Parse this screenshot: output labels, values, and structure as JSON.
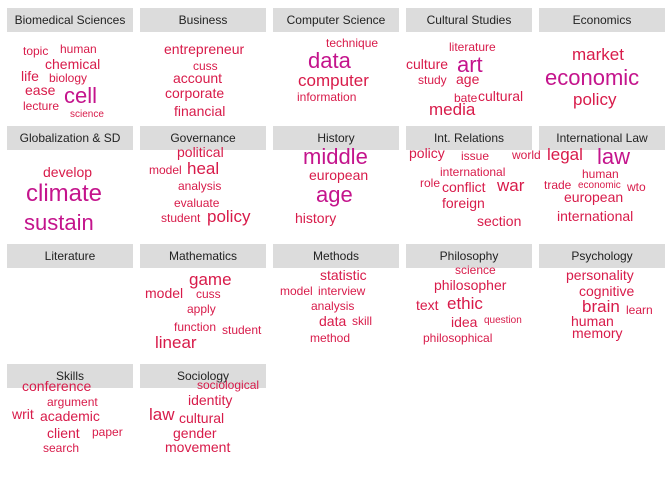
{
  "colors": {
    "header_bg": "#dcdcdc",
    "header_text": "#222222",
    "word_red": "#d81b4a",
    "word_magenta": "#c4148c"
  },
  "panels": [
    {
      "title": "Biomedical Sciences",
      "words": [
        {
          "text": "topic",
          "w": 2
        },
        {
          "text": "human",
          "w": 2
        },
        {
          "text": "chemical",
          "w": 3
        },
        {
          "text": "life",
          "w": 3
        },
        {
          "text": "biology",
          "w": 2
        },
        {
          "text": "ease",
          "w": 3
        },
        {
          "text": "cell",
          "w": 5
        },
        {
          "text": "lecture",
          "w": 2
        },
        {
          "text": "science",
          "w": 1
        }
      ]
    },
    {
      "title": "Business",
      "words": [
        {
          "text": "entrepreneur",
          "w": 3
        },
        {
          "text": "cuss",
          "w": 2
        },
        {
          "text": "account",
          "w": 3
        },
        {
          "text": "corporate",
          "w": 3
        },
        {
          "text": "financial",
          "w": 3
        }
      ]
    },
    {
      "title": "Computer Science",
      "words": [
        {
          "text": "technique",
          "w": 2
        },
        {
          "text": "data",
          "w": 5
        },
        {
          "text": "computer",
          "w": 4
        },
        {
          "text": "information",
          "w": 2
        }
      ]
    },
    {
      "title": "Cultural Studies",
      "words": [
        {
          "text": "literature",
          "w": 2
        },
        {
          "text": "culture",
          "w": 3
        },
        {
          "text": "art",
          "w": 5
        },
        {
          "text": "study",
          "w": 2
        },
        {
          "text": "age",
          "w": 3
        },
        {
          "text": "bate",
          "w": 2
        },
        {
          "text": "cultural",
          "w": 3
        },
        {
          "text": "media",
          "w": 4
        }
      ]
    },
    {
      "title": "Economics",
      "words": [
        {
          "text": "market",
          "w": 4
        },
        {
          "text": "economic",
          "w": 5
        },
        {
          "text": "policy",
          "w": 4
        }
      ]
    },
    {
      "title": "Globalization & SD",
      "words": [
        {
          "text": "develop",
          "w": 3
        },
        {
          "text": "climate",
          "w": 6
        },
        {
          "text": "sustain",
          "w": 5
        }
      ]
    },
    {
      "title": "Governance",
      "words": [
        {
          "text": "political",
          "w": 3
        },
        {
          "text": "model",
          "w": 2
        },
        {
          "text": "heal",
          "w": 4
        },
        {
          "text": "analysis",
          "w": 2
        },
        {
          "text": "evaluate",
          "w": 2
        },
        {
          "text": "student",
          "w": 2
        },
        {
          "text": "policy",
          "w": 4
        }
      ]
    },
    {
      "title": "History",
      "words": [
        {
          "text": "middle",
          "w": 5
        },
        {
          "text": "european",
          "w": 3
        },
        {
          "text": "age",
          "w": 5
        },
        {
          "text": "history",
          "w": 3
        }
      ]
    },
    {
      "title": "Int. Relations",
      "words": [
        {
          "text": "policy",
          "w": 3
        },
        {
          "text": "issue",
          "w": 2
        },
        {
          "text": "world",
          "w": 2
        },
        {
          "text": "international",
          "w": 2
        },
        {
          "text": "role",
          "w": 2
        },
        {
          "text": "conflict",
          "w": 3
        },
        {
          "text": "war",
          "w": 4
        },
        {
          "text": "foreign",
          "w": 3
        },
        {
          "text": "section",
          "w": 3
        }
      ]
    },
    {
      "title": "International Law",
      "words": [
        {
          "text": "legal",
          "w": 4
        },
        {
          "text": "law",
          "w": 5
        },
        {
          "text": "human",
          "w": 2
        },
        {
          "text": "trade",
          "w": 2
        },
        {
          "text": "economic",
          "w": 1
        },
        {
          "text": "wto",
          "w": 2
        },
        {
          "text": "european",
          "w": 3
        },
        {
          "text": "international",
          "w": 3
        }
      ]
    },
    {
      "title": "Literature",
      "words": []
    },
    {
      "title": "Mathematics",
      "words": [
        {
          "text": "game",
          "w": 4
        },
        {
          "text": "model",
          "w": 3
        },
        {
          "text": "cuss",
          "w": 2
        },
        {
          "text": "apply",
          "w": 2
        },
        {
          "text": "function",
          "w": 2
        },
        {
          "text": "student",
          "w": 2
        },
        {
          "text": "linear",
          "w": 4
        }
      ]
    },
    {
      "title": "Methods",
      "words": [
        {
          "text": "statistic",
          "w": 3
        },
        {
          "text": "model",
          "w": 2
        },
        {
          "text": "interview",
          "w": 2
        },
        {
          "text": "analysis",
          "w": 2
        },
        {
          "text": "data",
          "w": 3
        },
        {
          "text": "skill",
          "w": 2
        },
        {
          "text": "method",
          "w": 2
        }
      ]
    },
    {
      "title": "Philosophy",
      "words": [
        {
          "text": "science",
          "w": 2
        },
        {
          "text": "philosopher",
          "w": 3
        },
        {
          "text": "text",
          "w": 3
        },
        {
          "text": "ethic",
          "w": 4
        },
        {
          "text": "idea",
          "w": 3
        },
        {
          "text": "question",
          "w": 1
        },
        {
          "text": "philosophical",
          "w": 2
        }
      ]
    },
    {
      "title": "Psychology",
      "words": [
        {
          "text": "personality",
          "w": 3
        },
        {
          "text": "cognitive",
          "w": 3
        },
        {
          "text": "brain",
          "w": 4
        },
        {
          "text": "learn",
          "w": 2
        },
        {
          "text": "human",
          "w": 3
        },
        {
          "text": "memory",
          "w": 3
        }
      ]
    },
    {
      "title": "Skills",
      "words": [
        {
          "text": "conference",
          "w": 3
        },
        {
          "text": "argument",
          "w": 2
        },
        {
          "text": "writ",
          "w": 3
        },
        {
          "text": "academic",
          "w": 3
        },
        {
          "text": "client",
          "w": 3
        },
        {
          "text": "paper",
          "w": 2
        },
        {
          "text": "search",
          "w": 2
        }
      ]
    },
    {
      "title": "Sociology",
      "words": [
        {
          "text": "sociological",
          "w": 2
        },
        {
          "text": "identity",
          "w": 3
        },
        {
          "text": "law",
          "w": 4
        },
        {
          "text": "cultural",
          "w": 3
        },
        {
          "text": "gender",
          "w": 3
        },
        {
          "text": "movement",
          "w": 3
        }
      ]
    }
  ]
}
